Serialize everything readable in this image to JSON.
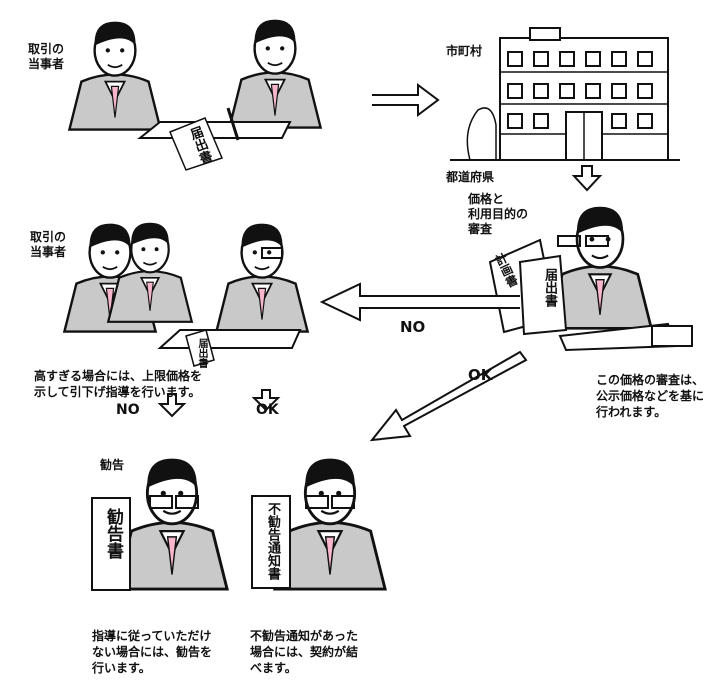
{
  "labels": {
    "parties_top": "取引の\n当事者",
    "municipality": "市町村",
    "prefecture": "都道府県",
    "review": "価格と\n利用目的の\n審査",
    "parties_mid": "取引の\n当事者",
    "recommendation": "勧告"
  },
  "flows": {
    "no_main": "NO",
    "ok_main": "OK",
    "no_small": "NO",
    "ok_small": "OK"
  },
  "captions": {
    "too_high": "高すぎる場合には、上限価格を\n示して引下げ指導を行います。",
    "review_note": "この価格の審査は、\n公示価格などを基に\n行われます。",
    "recommend_note": "指導に従っていただけ\nない場合には、勧告を\n行います。",
    "no_recommend_note": "不勧告通知があった\n場合には、契約が結\nべます。"
  },
  "documents": {
    "notification": "届出書",
    "plan": "計画書",
    "recommendation_doc": "勧告書",
    "non_recommendation_doc": "不勧告通知書"
  }
}
